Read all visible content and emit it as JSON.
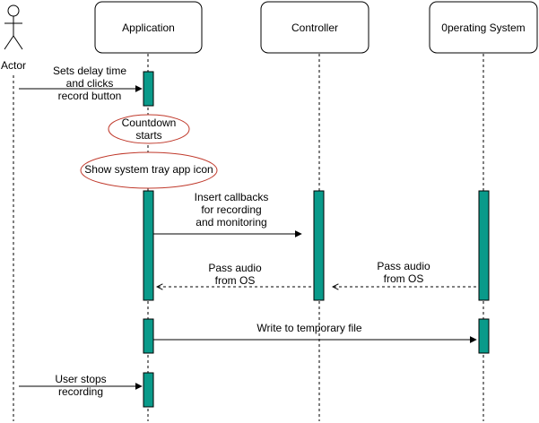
{
  "colors": {
    "activation_fill": "#0a9a8a",
    "activation_stroke": "#000000",
    "note_stroke": "#c0392b",
    "line": "#000000",
    "background": "#ffffff"
  },
  "actor": {
    "label": "Actor",
    "icon": "stick-figure-icon"
  },
  "participants": [
    {
      "id": "application",
      "label": "Application"
    },
    {
      "id": "controller",
      "label": "Controller"
    },
    {
      "id": "os",
      "label": "0perating System"
    }
  ],
  "messages": {
    "sets_delay": [
      "Sets delay time",
      "and clicks",
      "record button"
    ],
    "insert_callbacks": [
      "Insert callbacks",
      "for recording",
      "and monitoring"
    ],
    "pass_audio_controller": [
      "Pass audio",
      "from OS"
    ],
    "pass_audio_os": [
      "Pass audio",
      "from OS"
    ],
    "write_temp": "Write to temporary file",
    "user_stops": [
      "User stops",
      "recording"
    ]
  },
  "notes": {
    "countdown": [
      "Countdown",
      "starts"
    ],
    "system_tray": "Show system tray app icon"
  }
}
